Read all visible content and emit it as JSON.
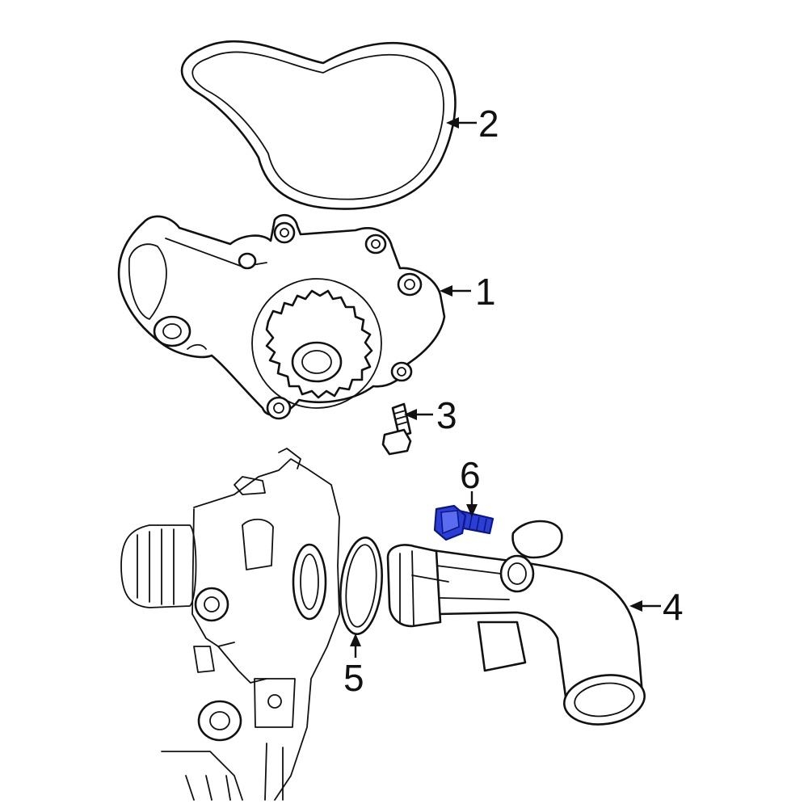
{
  "callouts": [
    {
      "id": "1",
      "label": "1"
    },
    {
      "id": "2",
      "label": "2"
    },
    {
      "id": "3",
      "label": "3"
    },
    {
      "id": "4",
      "label": "4"
    },
    {
      "id": "5",
      "label": "5"
    },
    {
      "id": "6",
      "label": "6"
    }
  ],
  "highlight_color": "#2b3fd6",
  "line_color": "#111111"
}
